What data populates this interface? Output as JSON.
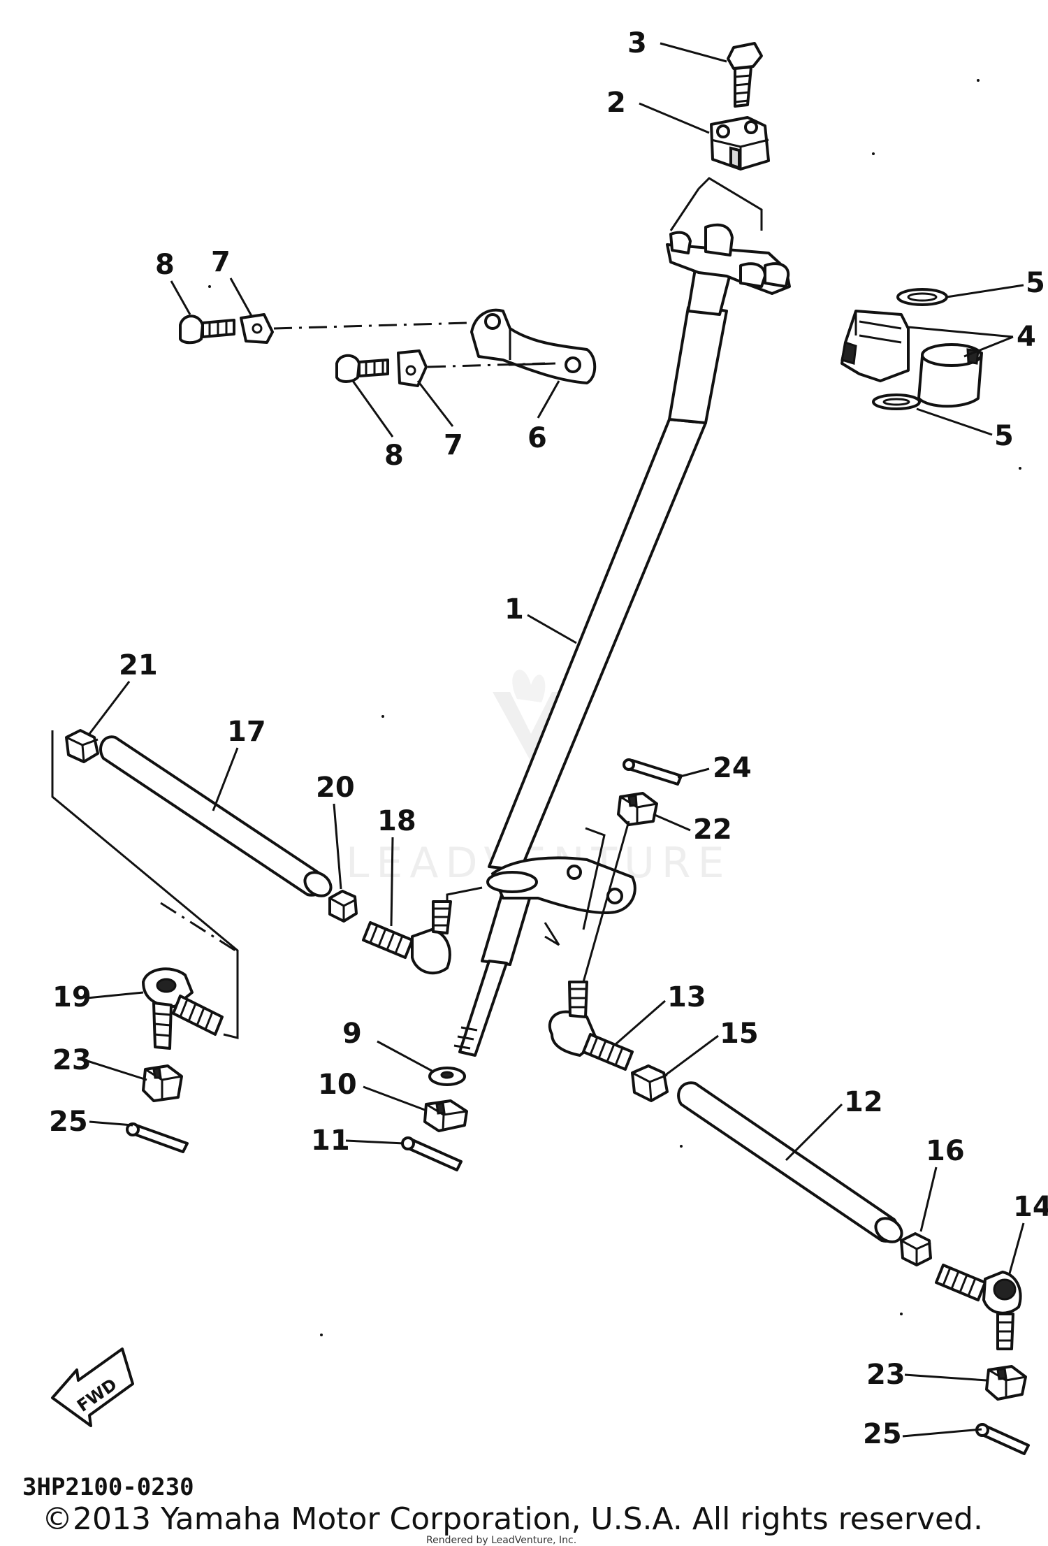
{
  "diagram": {
    "code": "3HP2100-0230",
    "copyright": "©2013 Yamaha Motor Corporation, U.S.A. All rights reserved.",
    "render_credit": "Rendered by LeadVenture, Inc.",
    "watermark": "LEADVENTURE",
    "fwd_label": "FWD"
  },
  "callouts": [
    {
      "id": "c3",
      "label": "3"
    },
    {
      "id": "c2",
      "label": "2"
    },
    {
      "id": "c8a",
      "label": "8"
    },
    {
      "id": "c7a",
      "label": "7"
    },
    {
      "id": "c5a",
      "label": "5"
    },
    {
      "id": "c4",
      "label": "4"
    },
    {
      "id": "c5b",
      "label": "5"
    },
    {
      "id": "c8b",
      "label": "8"
    },
    {
      "id": "c7b",
      "label": "7"
    },
    {
      "id": "c6",
      "label": "6"
    },
    {
      "id": "c1",
      "label": "1"
    },
    {
      "id": "c21",
      "label": "21"
    },
    {
      "id": "c17",
      "label": "17"
    },
    {
      "id": "c20",
      "label": "20"
    },
    {
      "id": "c18",
      "label": "18"
    },
    {
      "id": "c24",
      "label": "24"
    },
    {
      "id": "c22",
      "label": "22"
    },
    {
      "id": "c19",
      "label": "19"
    },
    {
      "id": "c23a",
      "label": "23"
    },
    {
      "id": "c25a",
      "label": "25"
    },
    {
      "id": "c9",
      "label": "9"
    },
    {
      "id": "c10",
      "label": "10"
    },
    {
      "id": "c11",
      "label": "11"
    },
    {
      "id": "c13",
      "label": "13"
    },
    {
      "id": "c15",
      "label": "15"
    },
    {
      "id": "c12",
      "label": "12"
    },
    {
      "id": "c16",
      "label": "16"
    },
    {
      "id": "c14",
      "label": "14"
    },
    {
      "id": "c23b",
      "label": "23"
    },
    {
      "id": "c25b",
      "label": "25"
    }
  ]
}
